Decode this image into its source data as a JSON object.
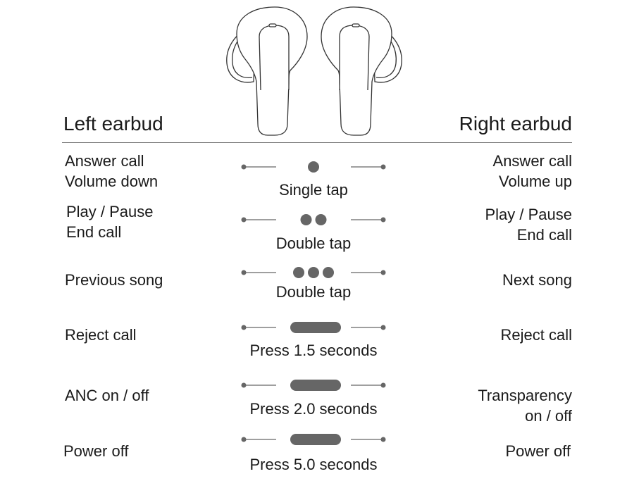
{
  "header": {
    "left_title": "Left earbud",
    "right_title": "Right earbud"
  },
  "rows": [
    {
      "left": "Answer call\nVolume down",
      "gesture": "Single tap",
      "indicator": "dot",
      "taps": 1,
      "right": "Answer call\nVolume up"
    },
    {
      "left": "Play / Pause\nEnd call",
      "gesture": "Double tap",
      "indicator": "dot",
      "taps": 2,
      "right": "Play / Pause\nEnd call"
    },
    {
      "left": "Previous song",
      "gesture": "Double tap",
      "indicator": "dot",
      "taps": 3,
      "right": "Next song"
    },
    {
      "left": "Reject call",
      "gesture": "Press 1.5 seconds",
      "indicator": "bar",
      "taps": 1,
      "right": "Reject call"
    },
    {
      "left": "ANC on / off",
      "gesture": "Press 2.0 seconds",
      "indicator": "bar",
      "taps": 1,
      "right": "Transparency\non / off"
    },
    {
      "left": "Power off",
      "gesture": "Press 5.0 seconds",
      "indicator": "bar",
      "taps": 1,
      "right": "Power off"
    }
  ],
  "colors": {
    "indicator": "#666666",
    "line": "#666666",
    "outline": "#333333"
  }
}
